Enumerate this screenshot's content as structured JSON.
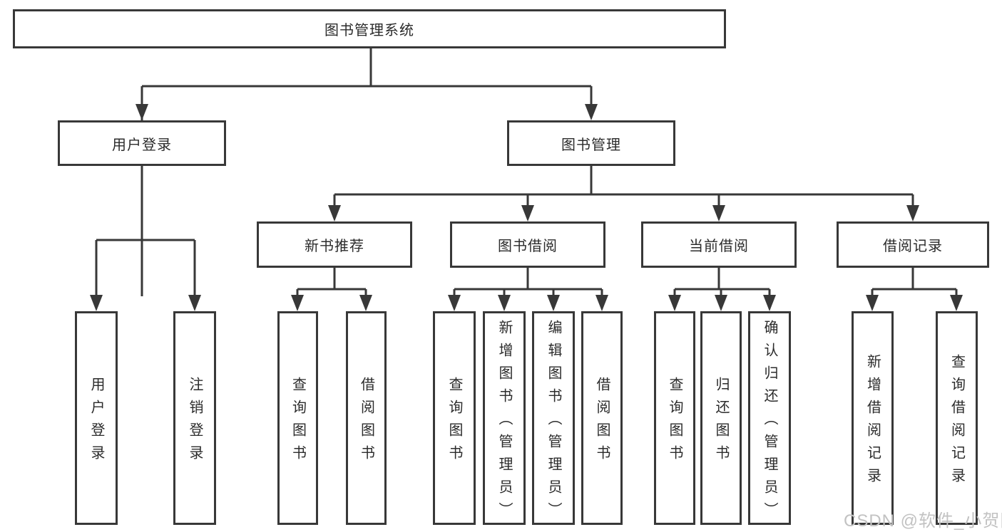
{
  "diagram": {
    "root": {
      "label": "图书管理系统"
    },
    "children": [
      {
        "label": "用户登录",
        "children": [
          {
            "label": "用户登录"
          },
          {
            "label": "注销登录"
          }
        ]
      },
      {
        "label": "图书管理",
        "children": [
          {
            "label": "新书推荐",
            "children": [
              {
                "label": "查询图书"
              },
              {
                "label": "借阅图书"
              }
            ]
          },
          {
            "label": "图书借阅",
            "children": [
              {
                "label": "查询图书"
              },
              {
                "label": "新增图书（管理员）"
              },
              {
                "label": "编辑图书（管理员）"
              },
              {
                "label": "借阅图书"
              }
            ]
          },
          {
            "label": "当前借阅",
            "children": [
              {
                "label": "查询图书"
              },
              {
                "label": "归还图书"
              },
              {
                "label": "确认归还（管理员）"
              }
            ]
          },
          {
            "label": "借阅记录",
            "children": [
              {
                "label": "新增借阅记录"
              },
              {
                "label": "查询借阅记录"
              }
            ]
          }
        ]
      }
    ]
  },
  "watermark": {
    "text": "CSDN @软件_小贺同学"
  },
  "colors": {
    "line": "#383838",
    "border": "#383838",
    "text": "#2b2b2b",
    "background": "#ffffff",
    "watermark": "#c2c2c2"
  }
}
